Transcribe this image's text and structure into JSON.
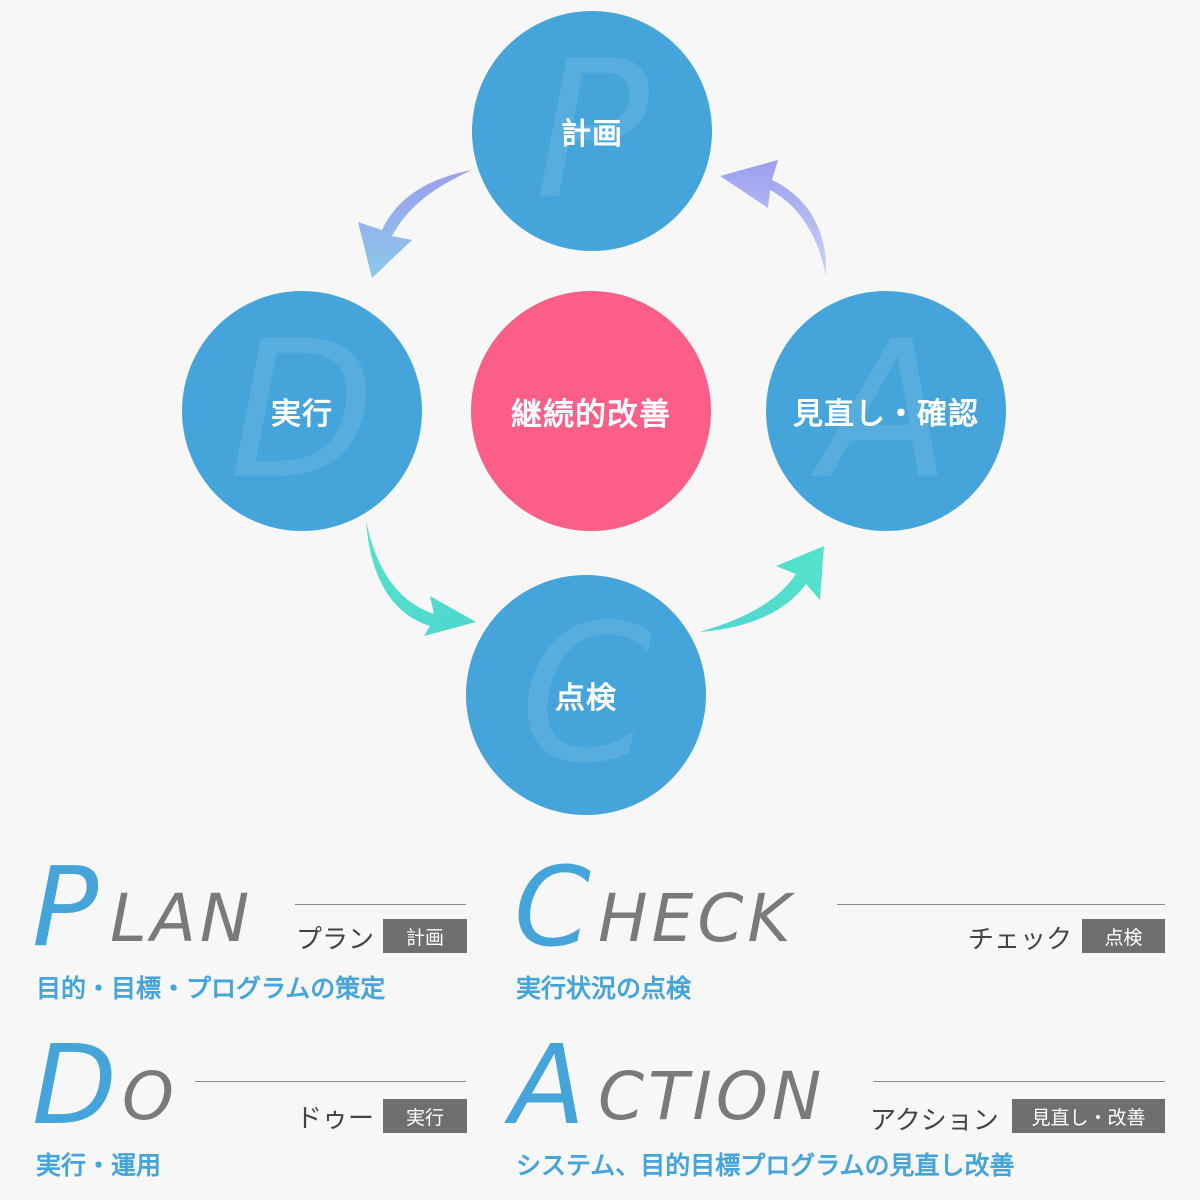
{
  "cycle": {
    "plan": {
      "label": "計画",
      "letter": "P"
    },
    "do": {
      "label": "実行",
      "letter": "D"
    },
    "check": {
      "label": "点検",
      "letter": "C"
    },
    "action": {
      "label": "見直し・確認",
      "letter": "A"
    },
    "center": {
      "label": "継続的改善"
    }
  },
  "colors": {
    "circle": "#45a5db",
    "center": "#fb5f88",
    "arrow_top": "#9b9ef0",
    "arrow_bottom": "#55e3c8",
    "accent_text": "#45a5db",
    "word_gray": "#7a7a7a",
    "tag_bg": "#6f6f6f"
  },
  "legend": {
    "plan": {
      "initial": "P",
      "rest": "LAN",
      "kana": "プラン",
      "tag": "計画",
      "desc": "目的・目標・プログラムの策定"
    },
    "check": {
      "initial": "C",
      "rest": "HECK",
      "kana": "チェック",
      "tag": "点検",
      "desc": "実行状況の点検"
    },
    "do": {
      "initial": "D",
      "rest": "O",
      "kana": "ドゥー",
      "tag": "実行",
      "desc": "実行・運用"
    },
    "action": {
      "initial": "A",
      "rest": "CTION",
      "kana": "アクション",
      "tag": "見直し・改善",
      "desc": "システム、目的目標プログラムの見直し改善"
    }
  }
}
